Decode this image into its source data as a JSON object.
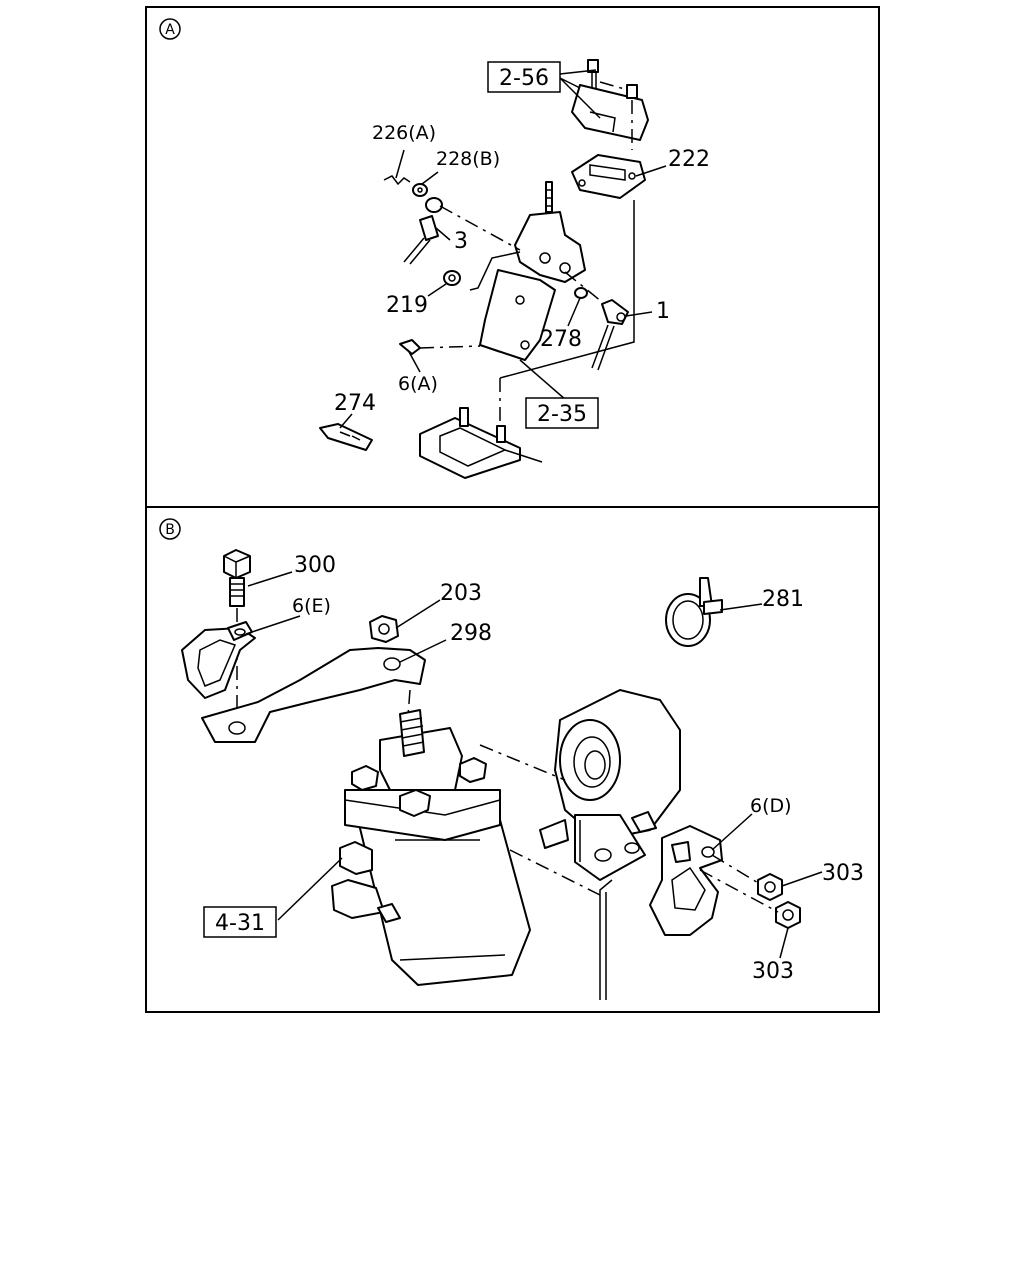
{
  "panels": {
    "a": {
      "marker": "A",
      "labels": {
        "l_2_56": "2-56",
        "l_226": "226(A)",
        "l_228": "228(B)",
        "l_222": "222",
        "l_3": "3",
        "l_219": "219",
        "l_1": "1",
        "l_278": "278",
        "l_6a": "6(A)",
        "l_274": "274",
        "l_2_35": "2-35"
      }
    },
    "b": {
      "marker": "B",
      "labels": {
        "l_300": "300",
        "l_203": "203",
        "l_6e": "6(E)",
        "l_298": "298",
        "l_281": "281",
        "l_6d": "6(D)",
        "l_303a": "303",
        "l_4_31": "4-31",
        "l_303b": "303"
      }
    }
  }
}
